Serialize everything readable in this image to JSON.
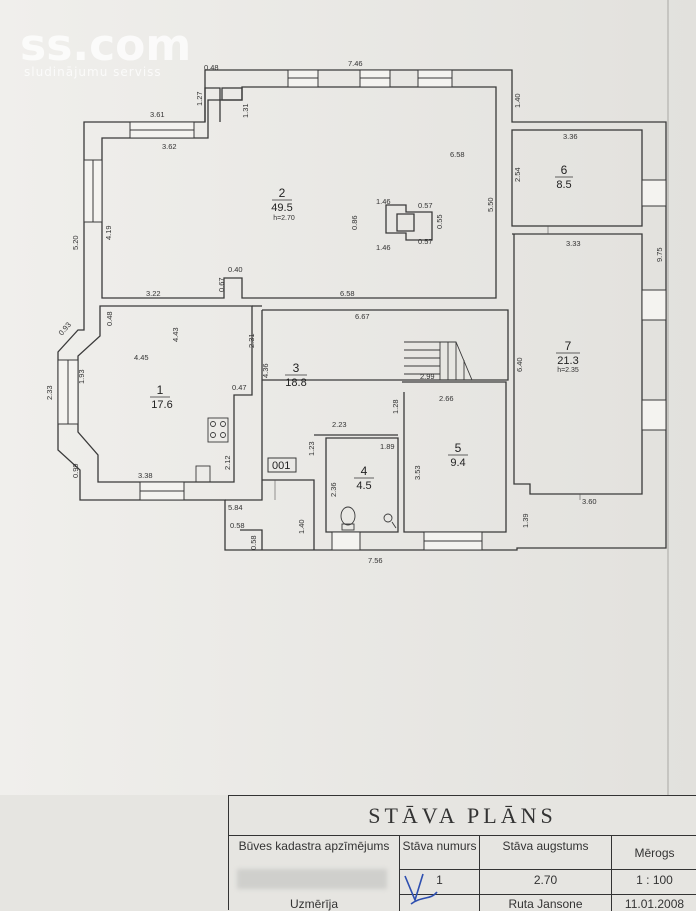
{
  "watermark": {
    "logo": "ss.com",
    "sub": "sludinājumu serviss"
  },
  "rooms": [
    {
      "id": "room-2",
      "num": "2",
      "area": "49.5",
      "height": "h=2.70"
    },
    {
      "id": "room-6",
      "num": "6",
      "area": "8.5"
    },
    {
      "id": "room-7",
      "num": "7",
      "area": "21.3",
      "height": "h=2.35"
    },
    {
      "id": "room-1",
      "num": "1",
      "area": "17.6"
    },
    {
      "id": "room-3",
      "num": "3",
      "area": "18.8"
    },
    {
      "id": "room-4",
      "num": "4",
      "area": "4.5"
    },
    {
      "id": "room-5",
      "num": "5",
      "area": "9.4"
    }
  ],
  "dims": {
    "d048_top": "0.48",
    "d746": "7.46",
    "d127": "1.27",
    "d131": "1.31",
    "d140_top": "1.40",
    "d361": "3.61",
    "d362": "3.62",
    "d658_r2": "6.58",
    "d336": "3.36",
    "d254": "2.54",
    "d550": "5.50",
    "d146a": "1.46",
    "d057a": "0.57",
    "d086": "0.86",
    "d055": "0.55",
    "d146b": "1.46",
    "d057b": "0.57",
    "d520": "5.20",
    "d419": "4.19",
    "d333": "3.33",
    "d975": "9.75",
    "d040": "0.40",
    "d067": "0.67",
    "d322": "3.22",
    "d658b": "6.58",
    "d093": "0.93",
    "d048b": "0.48",
    "d443": "4.43",
    "d667": "6.67",
    "d445": "4.45",
    "d231": "2.31",
    "d640": "6.40",
    "d233": "2.33",
    "d193": "1.93",
    "d047": "0.47",
    "d436": "4.36",
    "d299": "2.99",
    "d266": "2.66",
    "d128": "1.28",
    "d223": "2.23",
    "d123": "1.23",
    "d189": "1.89",
    "d353": "3.53",
    "d099": "0.99",
    "d338": "3.38",
    "d212": "2.12",
    "d236": "2.36",
    "d360": "3.60",
    "d139": "1.39",
    "d584": "5.84",
    "d058a": "0.58",
    "d058b": "0.58",
    "d140b": "1.40",
    "d756": "7.56"
  },
  "label_001": "001",
  "title_block": {
    "title": "STĀVA PLĀNS",
    "col1_header": "Būves kadastra apzīmējums",
    "col2_header": "Stāva numurs",
    "col3_header": "Stāva augstums",
    "col4_header": "Mērogs",
    "col2_value": "1",
    "col3_value": "2.70",
    "col4_value": "1 : 100",
    "row3_col1": "Uzmērīja",
    "row3_col3": "Ruta Jansone",
    "row3_col4": "11.01.2008"
  }
}
